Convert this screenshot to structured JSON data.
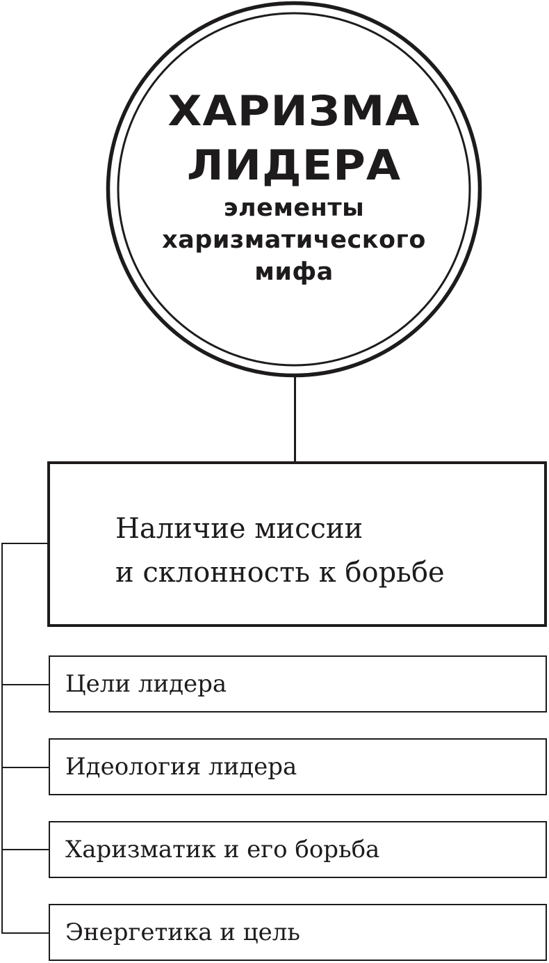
{
  "diagram": {
    "colors": {
      "ink": "#1e1b1c",
      "background": "#ffffff"
    },
    "header_circle": {
      "title_lines": [
        "ХАРИЗМА",
        "ЛИДЕРА"
      ],
      "subtitle_lines": [
        "элементы",
        "харизматического",
        "мифа"
      ]
    },
    "main_node": {
      "lines": [
        "Наличие миссии",
        "и склонность к борьбе"
      ]
    },
    "child_nodes": [
      {
        "label": "Цели лидера"
      },
      {
        "label": "Идеология лидера"
      },
      {
        "label": "Харизматик и его борьба"
      },
      {
        "label": "Энергетика и цель"
      }
    ]
  }
}
